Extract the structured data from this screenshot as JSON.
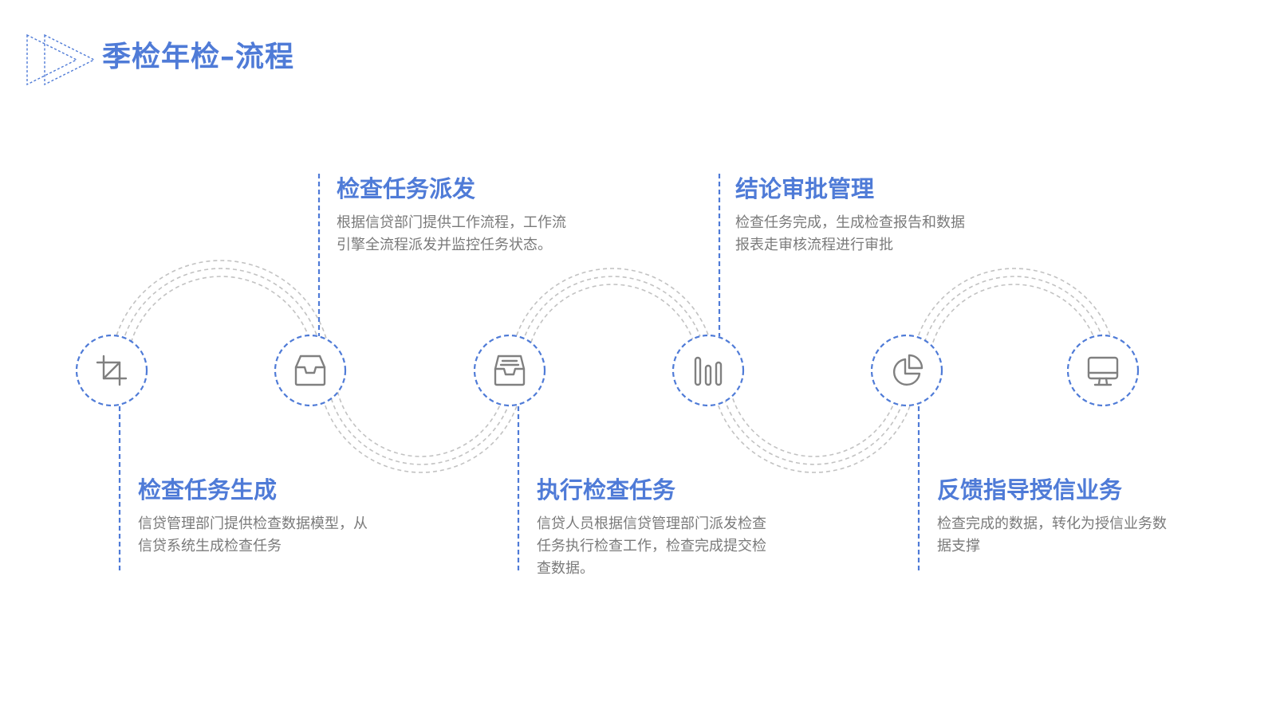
{
  "title": "季检年检–流程",
  "colors": {
    "accent": "#4f7bd7",
    "arc": "#c2c2c2",
    "icon": "#808080",
    "text": "#7a7a7a"
  },
  "steps": [
    {
      "title": "检查任务生成",
      "desc": "信贷管理部门提供检查数据模型，从信贷系统生成检查任务",
      "icon": "crop-icon"
    },
    {
      "title": "检查任务派发",
      "desc": "根据信贷部门提供工作流程，工作流引擎全流程派发并监控任务状态。",
      "icon": "inbox-icon"
    },
    {
      "title": "执行检查任务",
      "desc": "信贷人员根据信贷管理部门派发检查任务执行检查工作，检查完成提交检查数据。",
      "icon": "archive-icon"
    },
    {
      "title": "结论审批管理",
      "desc": "检查任务完成，生成检查报告和数据报表走审核流程进行审批",
      "icon": "bar-chart-icon"
    },
    {
      "title": "反馈指导授信业务",
      "desc": "检查完成的数据，转化为授信业务数据支撑",
      "icon": "pie-chart-icon"
    },
    {
      "title": "",
      "desc": "",
      "icon": "monitor-icon"
    }
  ]
}
